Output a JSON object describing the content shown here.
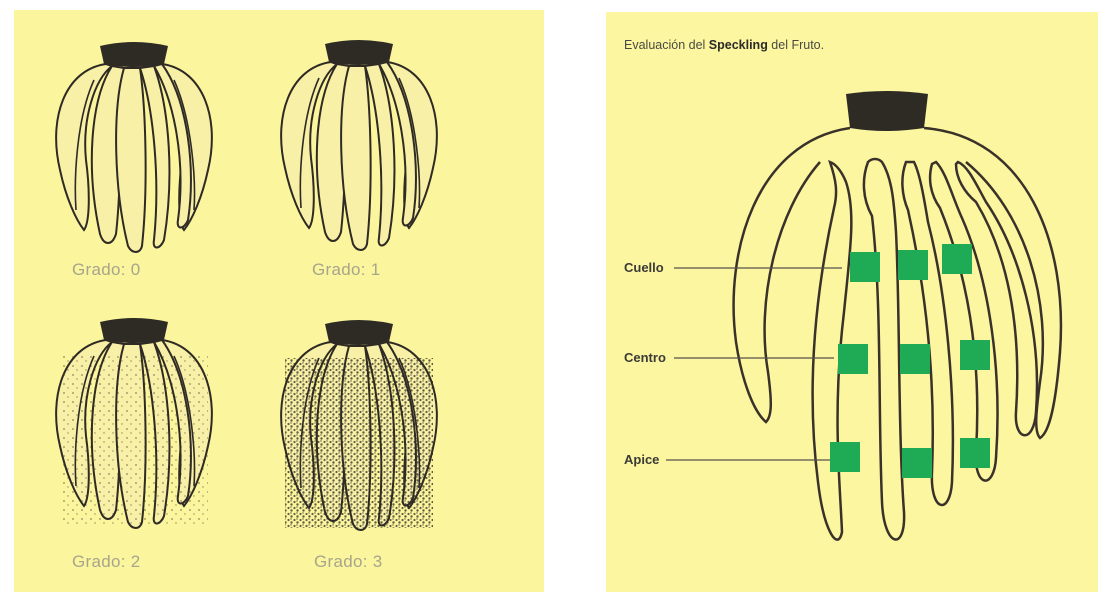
{
  "left_panel": {
    "grades": [
      "Grado: 0",
      "Grado: 1",
      "Grado: 2",
      "Grado: 3"
    ]
  },
  "right_panel": {
    "title_prefix": "Evaluación del ",
    "title_bold": "Speckling",
    "title_suffix": " del Fruto.",
    "labels": {
      "neck": "Cuello",
      "center": "Centro",
      "apex": "Apice"
    }
  },
  "colors": {
    "panel_bg": "#fbf59e",
    "ink": "#3a322a",
    "crown": "#2e2a24",
    "marker": "#1fab55"
  }
}
